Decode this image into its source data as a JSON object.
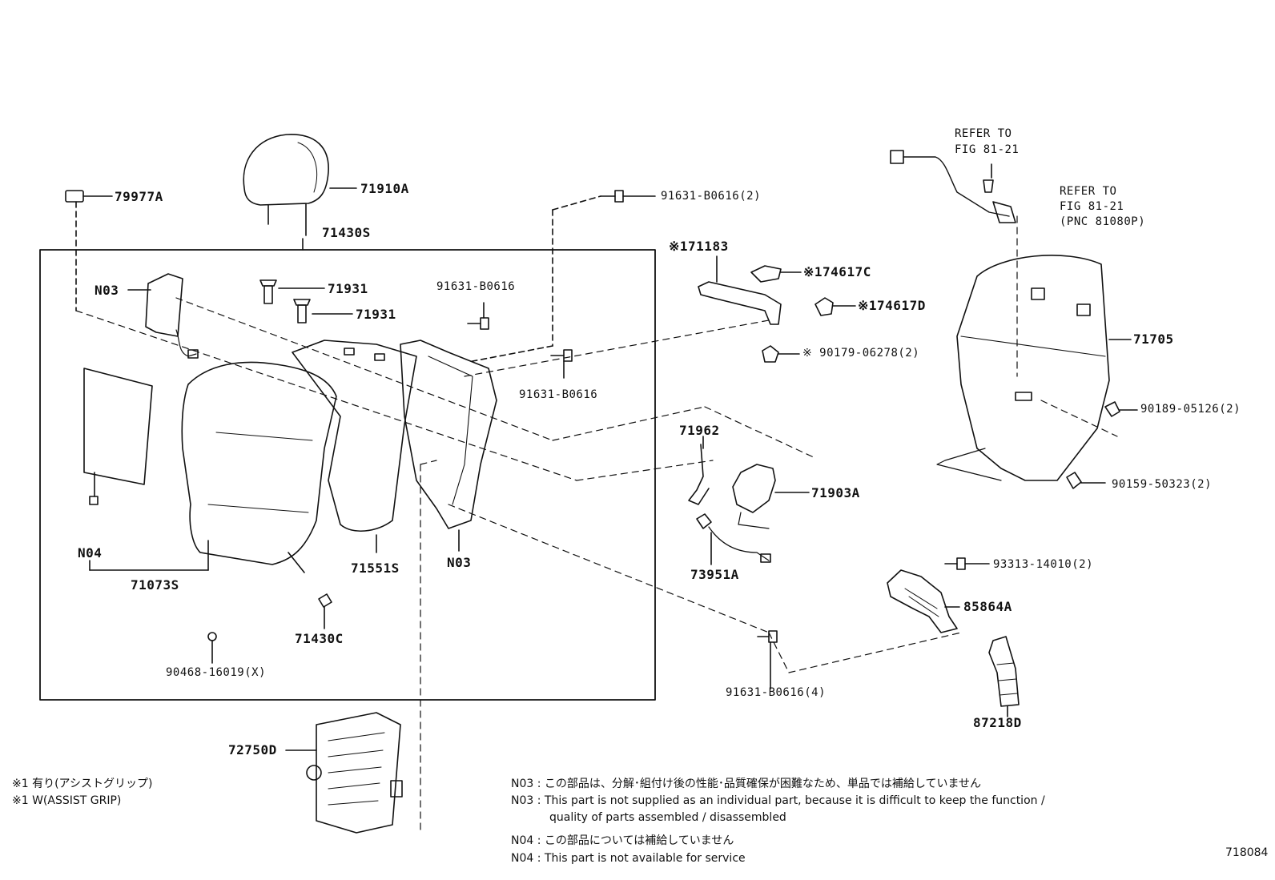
{
  "figure_id": "718084",
  "parts": {
    "p79977A": "79977A",
    "p71910A": "71910A",
    "p71430S": "71430S",
    "p91631_top": "91631-B0616(2)",
    "pN03_left": "N03",
    "p71931_a": "71931",
    "p71931_b": "71931",
    "p91631_mid": "91631-B0616",
    "p91631_mid2": "91631-B0616",
    "p71183": "※171183",
    "p74617C": "※174617C",
    "p74617D": "※174617D",
    "p90179": "※ 90179-06278(2)",
    "p71962": "71962",
    "p71903A": "71903A",
    "p73951A": "73951A",
    "pN04": "N04",
    "p71073S": "71073S",
    "p71551S": "71551S",
    "pN03_mid": "N03",
    "p71430C": "71430C",
    "p90468": "90468-16019(X)",
    "p91631_low": "91631-B0616(4)",
    "p72750D": "72750D",
    "p71705": "71705",
    "p90189": "90189-05126(2)",
    "p90159": "90159-50323(2)",
    "p93313": "93313-14010(2)",
    "p85864A": "85864A",
    "p87218D": "87218D"
  },
  "refer1": {
    "line1": "REFER TO",
    "line2": "FIG 81-21"
  },
  "refer2": {
    "line1": "REFER TO",
    "line2": "FIG 81-21",
    "line3": "(PNC 81080P)"
  },
  "legend": {
    "line1": "※1  有り(アシストグリップ)",
    "line2": "※1  W(ASSIST GRIP)"
  },
  "notes": {
    "n03_jp": "N03 : この部品は、分解･組付け後の性能･品質確保が困難なため、単品では補給していません",
    "n03_en1": "N03 : This part is not supplied as an individual part, because it is difficult to keep the function /",
    "n03_en2": "quality of parts assembled / disassembled",
    "n04_jp": "N04 : この部品については補給していません",
    "n04_en": "N04 : This part is not available for service"
  }
}
